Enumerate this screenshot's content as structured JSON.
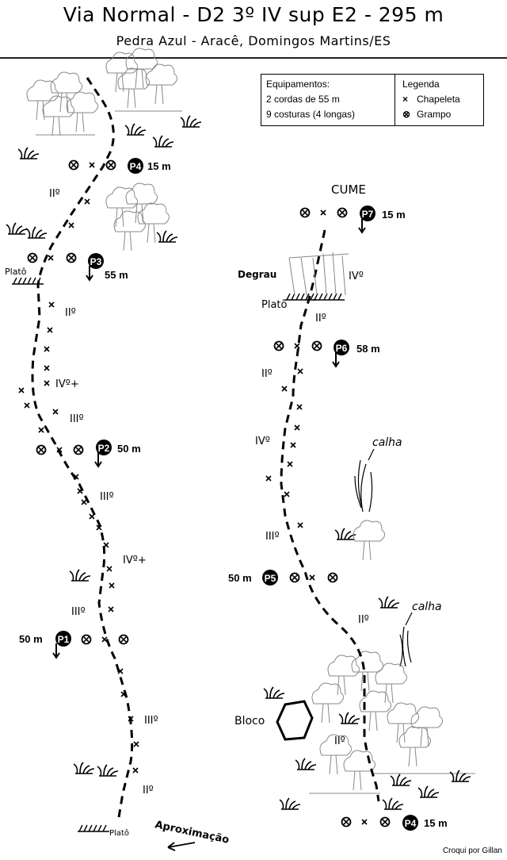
{
  "header": {
    "title": "Via Normal - D2 3º IV sup  E2 - 295 m",
    "subtitle": "Pedra Azul - Aracê, Domingos Martins/ES"
  },
  "equipment": {
    "heading": "Equipamentos:",
    "line1": "2 cordas de 55 m",
    "line2": "9 costuras (4 longas)"
  },
  "legend": {
    "heading": "Legenda",
    "bolt_label": "Chapeleta",
    "anchor_label": "Grampo",
    "bolt_symbol": "×",
    "anchor_symbol": "⊗"
  },
  "belays": {
    "p1": {
      "id": "P1",
      "dist": "50 m"
    },
    "p2": {
      "id": "P2",
      "dist": "50 m"
    },
    "p3": {
      "id": "P3",
      "dist": "55 m"
    },
    "p4": {
      "id": "P4",
      "dist": "15 m"
    },
    "p4b": {
      "id": "P4",
      "dist": "15 m"
    },
    "p5": {
      "id": "P5",
      "dist": "50 m"
    },
    "p6": {
      "id": "P6",
      "dist": "58 m"
    },
    "p7": {
      "id": "P7",
      "dist": "15 m"
    }
  },
  "grades": {
    "g1": "IIº",
    "g2": "IIIº",
    "g3": "IIIº",
    "g4": "IVº+",
    "g5": "IIIº",
    "g6": "IIIº",
    "g7": "IVº+",
    "g8": "IIº",
    "g9": "IIº",
    "g10": "IIº",
    "g11": "IIIº",
    "g12": "IVº",
    "g13": "IIº",
    "g14": "IIº",
    "g15": "IIº",
    "g16": "IVº"
  },
  "labels": {
    "cume": "CUME",
    "degrau": "Degrau",
    "plato_top": "Platô",
    "plato_left": "Platô",
    "plato_bottom": "Platô",
    "calha1": "calha",
    "calha2": "calha",
    "bloco": "Bloco",
    "aproximacao": "Aproximação",
    "credit": "Croqui por Gillan"
  }
}
